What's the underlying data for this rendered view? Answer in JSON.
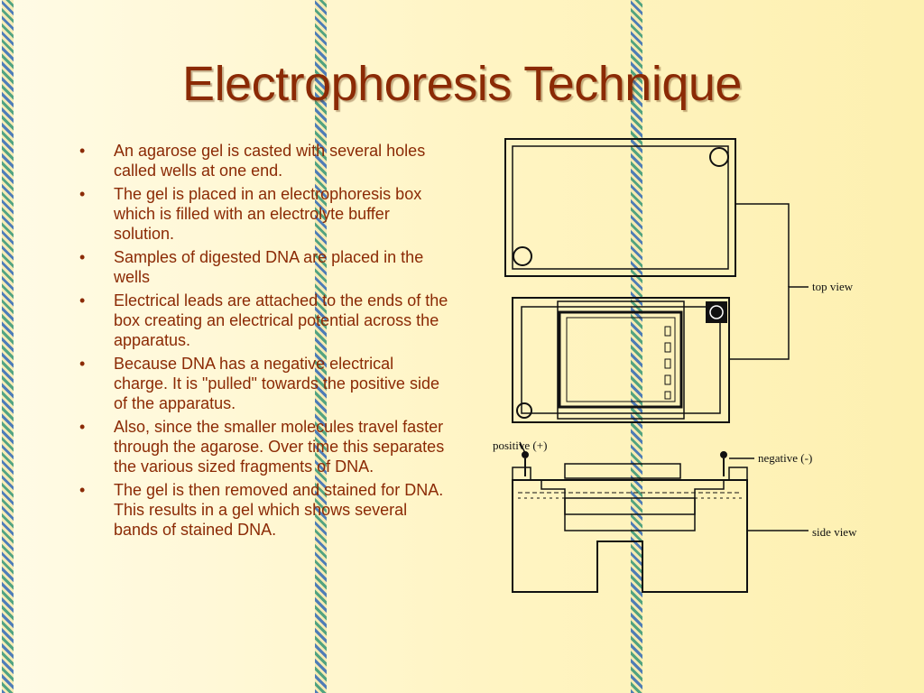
{
  "title": "Electrophoresis Technique",
  "bullet_glyph": "•",
  "bullets": [
    "An agarose gel is casted with several holes called wells at one end.",
    "The gel is placed in an electrophoresis box which is filled with an electrolyte buffer solution.",
    "Samples of digested DNA are placed in the wells",
    "Electrical leads are attached to the ends of the box creating an electrical potential across the apparatus.",
    "Because DNA has a negative electrical charge.  It is \"pulled\" towards the positive side of the apparatus.",
    "Also, since the smaller molecules travel faster through the agarose. Over time this separates the various sized fragments of DNA.",
    "The gel is then removed and stained for DNA.  This results in a gel which shows several bands of stained DNA."
  ],
  "diagram": {
    "top_view_label": "top view",
    "positive_label": "positive (+)",
    "negative_label": "negative (-)",
    "side_view_label": "side view"
  },
  "colors": {
    "text": "#8b2a05",
    "background": "#fff4c2",
    "helix_blue": "#3a6fb4",
    "helix_green": "#3f9a78"
  }
}
